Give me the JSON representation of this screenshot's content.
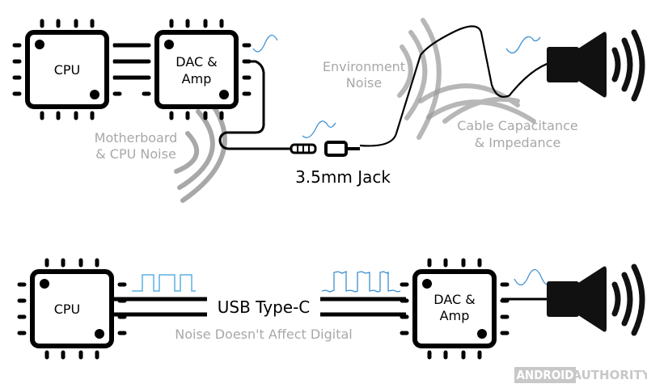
{
  "colors": {
    "line": "#000000",
    "noise_arc": "#9a9a9a",
    "noise_label": "#a8a8a8",
    "signal": "#3a8fd0",
    "watermark": "#c8c8c8"
  },
  "analog_path": {
    "cpu_label": "CPU",
    "dac_label_line1": "DAC &",
    "dac_label_line2": "Amp",
    "motherboard_noise_line1": "Motherboard",
    "motherboard_noise_line2": "& CPU Noise",
    "jack_label": "3.5mm Jack",
    "environment_noise_line1": "Environment",
    "environment_noise_line2": "Noise",
    "cable_noise_line1": "Cable Capacitance",
    "cable_noise_line2": "& Impedance"
  },
  "digital_path": {
    "cpu_label": "CPU",
    "dac_label_line1": "DAC &",
    "dac_label_line2": "Amp",
    "connector_label": "USB Type-C",
    "note": "Noise Doesn't Affect Digital"
  },
  "watermark": {
    "brand_box": "ANDROID",
    "brand_text": "AUTHORITY"
  },
  "icons": [
    "chip-icon",
    "speaker-icon",
    "audio-jack-icon",
    "sine-wave-icon",
    "square-wave-icon",
    "noise-arcs-icon"
  ]
}
